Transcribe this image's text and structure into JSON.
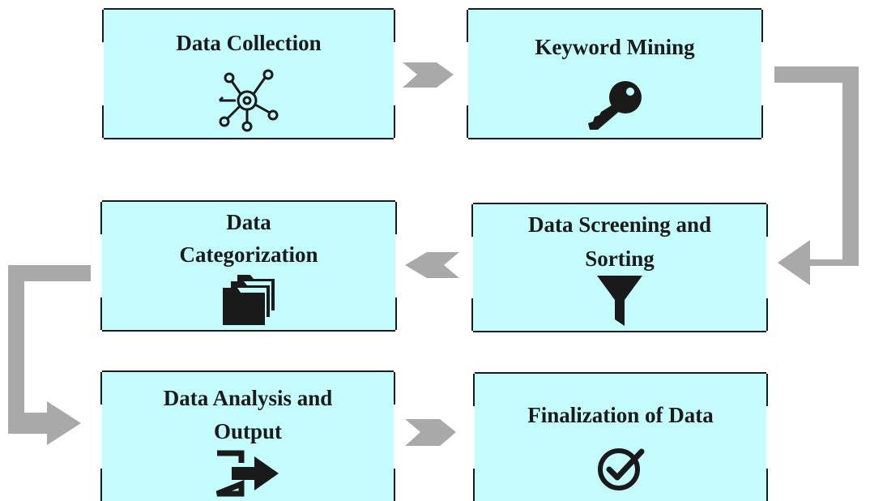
{
  "steps": [
    {
      "id": "data-collection",
      "label": "Data Collection",
      "icon": "network-hub-icon"
    },
    {
      "id": "keyword-mining",
      "label": "Keyword Mining",
      "icon": "key-icon"
    },
    {
      "id": "data-screening",
      "label_lines": [
        "Data Screening and",
        "Sorting"
      ],
      "icon": "funnel-icon"
    },
    {
      "id": "data-categorization",
      "label_lines": [
        "Data",
        "Categorization"
      ],
      "icon": "folders-icon"
    },
    {
      "id": "data-analysis",
      "label_lines": [
        "Data Analysis and",
        "Output"
      ],
      "icon": "export-icon"
    },
    {
      "id": "finalization",
      "label": "Finalization of Data",
      "icon": "check-circle-icon"
    }
  ],
  "colors": {
    "box_fill": "#c4fcfe",
    "border": "#1a1a1a",
    "arrow": "#a9a9a9",
    "text": "#1a1a1a"
  }
}
